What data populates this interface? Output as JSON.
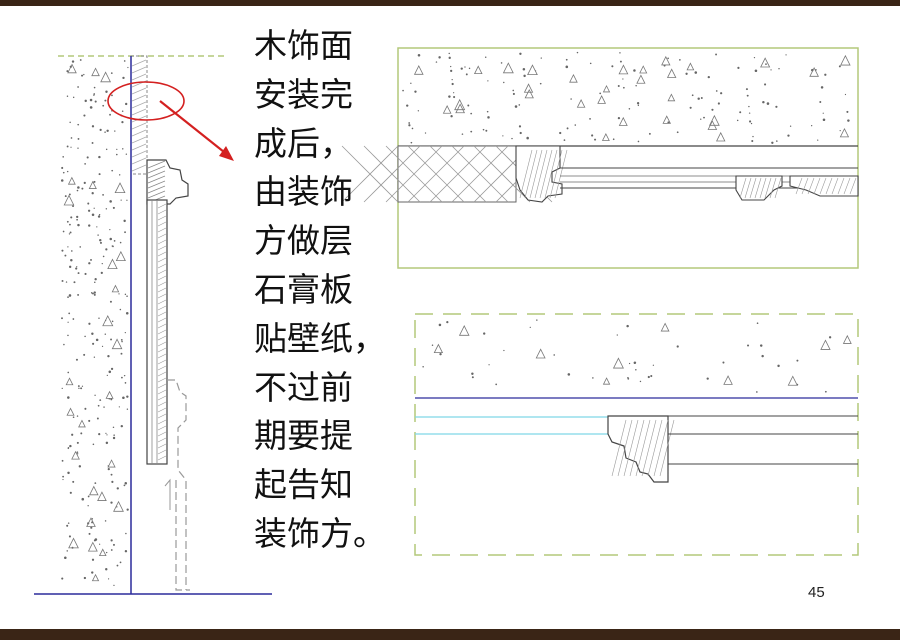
{
  "caption": {
    "lines": [
      "木饰面",
      "安装完",
      "成后，",
      "由装饰",
      "方做层",
      "石膏板",
      "贴壁纸，",
      "不过前",
      "期要提",
      "起告知",
      "装饰方。"
    ]
  },
  "page_number": "45",
  "colors": {
    "frame_bar": "#3a2516",
    "wall_line": "#2c2c9c",
    "annotation_red": "#d42020",
    "frame_green": "#b4c87a",
    "glass_cyan": "#7fd6e6",
    "drawing_gray": "#666666"
  }
}
